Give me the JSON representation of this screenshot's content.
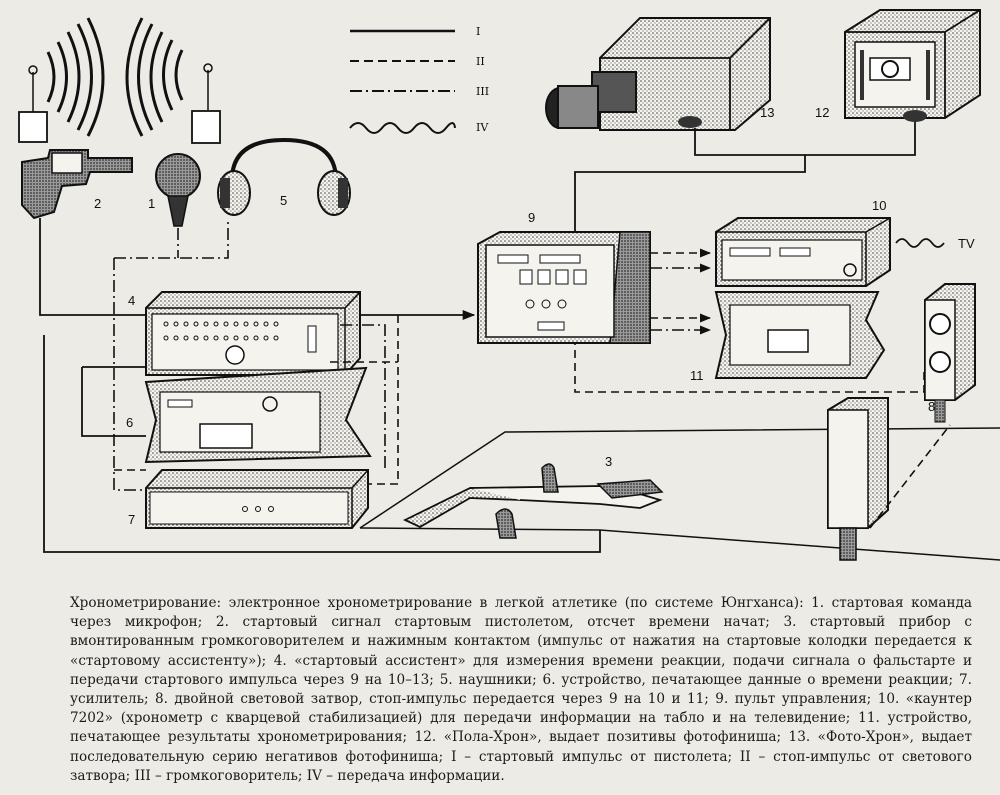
{
  "legend": [
    {
      "id": "I",
      "style": "solid"
    },
    {
      "id": "II",
      "style": "dashed"
    },
    {
      "id": "III",
      "style": "dash-dot"
    },
    {
      "id": "IV",
      "style": "wavy"
    }
  ],
  "labels": {
    "n1": "1",
    "n2": "2",
    "n3": "3",
    "n4": "4",
    "n5": "5",
    "n6": "6",
    "n7": "7",
    "n8": "8",
    "n9": "9",
    "n10": "10",
    "n11": "11",
    "n12": "12",
    "n13": "13",
    "tv": "TV"
  },
  "caption": "Хронометрирование: электронное хронометрирование в легкой атлетике (по системе Юнгханса): 1. стартовая команда через микрофон; 2. стартовый сигнал стартовым пистолетом, отсчет времени начат; 3. стартовый прибор с вмонтированным громкоговорителем и нажимным контактом (импульс от нажатия на стартовые колодки передается к «стартовому ассистенту»); 4. «стартовый ассистент» для измерения времени реакции, подачи сигнала о фальстарте и передачи стартового импульса через 9 на 10–13; 5. наушники; 6. устройство, печатающее данные о времени реакции; 7. усилитель; 8. двойной световой затвор, стоп-импульс передается через 9 на 10 и 11; 9. пульт управления; 10. «каунтер 7202» (хронометр с кварцевой стабилизацией) для передачи информации на табло и на телевидение; 11. устройство, печатающее результаты хронометрирования; 12. «Пола-Хрон», выдает позитивы фотофиниша; 13. «Фото-Хрон», выдает последовательную серию негативов фотофиниша; I – стартовый импульс от пистолета; II – стоп-импульс от светового затвора; III – громкоговоритель; IV – передача информации."
}
